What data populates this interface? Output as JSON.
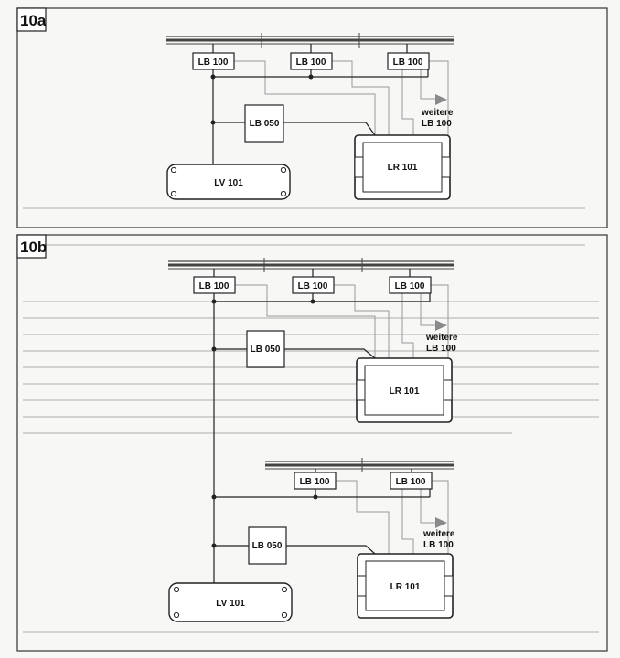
{
  "figure_a": {
    "label": "10a",
    "bus_units": [
      "LB 100",
      "LB 100",
      "LB 100"
    ],
    "interface": "LB 050",
    "receiver": "LR 101",
    "power_supply": "LV 101",
    "more_line1": "weitere",
    "more_line2": "LB 100"
  },
  "figure_b": {
    "label": "10b",
    "upper": {
      "bus_units": [
        "LB 100",
        "LB 100",
        "LB 100"
      ],
      "interface": "LB 050",
      "receiver": "LR 101",
      "more_line1": "weitere",
      "more_line2": "LB 100"
    },
    "lower": {
      "bus_units": [
        "LB 100",
        "LB 100"
      ],
      "interface": "LB 050",
      "receiver": "LR 101",
      "power_supply": "LV 101",
      "more_line1": "weitere",
      "more_line2": "LB 100"
    }
  },
  "colors": {
    "line": "#222222",
    "grey_line": "#9a9a9a",
    "paper": "#f7f7f5"
  }
}
